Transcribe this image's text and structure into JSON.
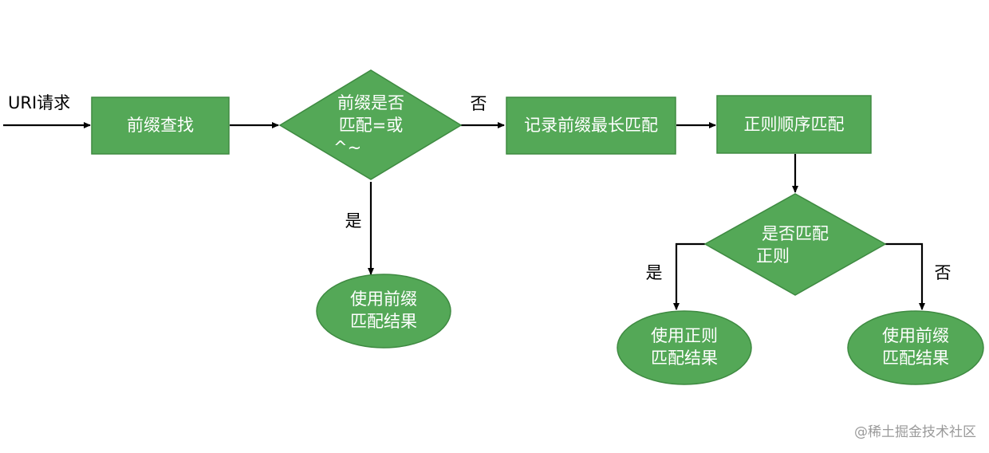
{
  "colors": {
    "node_fill": "#54a857",
    "node_stroke": "#3e8a41",
    "edge": "#000000",
    "text_on_node": "#ffffff"
  },
  "diagram": {
    "input_label": "URI请求",
    "nodes": {
      "prefix_search": "前缀查找",
      "decision_prefix": [
        "前缀是否",
        "匹配=或",
        "^~"
      ],
      "record_longest": "记录前缀最长匹配",
      "regex_order": "正则顺序匹配",
      "decision_regex": [
        "是否匹配",
        "正则"
      ],
      "use_prefix_result_1": [
        "使用前缀",
        "匹配结果"
      ],
      "use_regex_result": [
        "使用正则",
        "匹配结果"
      ],
      "use_prefix_result_2": [
        "使用前缀",
        "匹配结果"
      ]
    },
    "edge_labels": {
      "prefix_no": "否",
      "prefix_yes": "是",
      "regex_yes": "是",
      "regex_no": "否"
    }
  },
  "watermark": "@稀土掘金技术社区"
}
